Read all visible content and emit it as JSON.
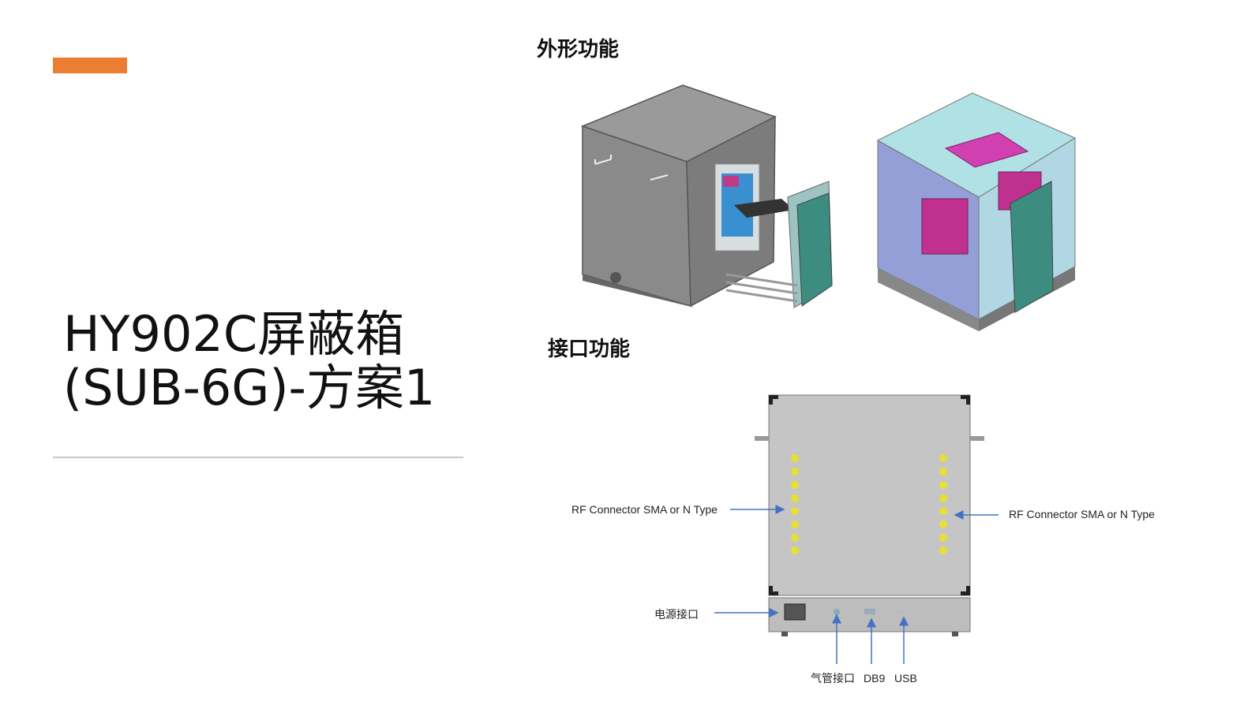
{
  "slide": {
    "title_line1": "HY902C屏蔽箱",
    "title_line2": "(SUB-6G)-方案1",
    "accent_color": "#ED7D31"
  },
  "appearance_section": {
    "heading": "外形功能",
    "images": [
      "closed-box-with-drawer-render",
      "transparent-box-interior-render"
    ]
  },
  "interface_section": {
    "heading": "接口功能",
    "labels": {
      "rf_left": "RF Connector SMA or N Type",
      "rf_right": "RF Connector SMA or N Type",
      "power": "电源接口",
      "air": "气管接口",
      "db9": "DB9",
      "usb": "USB"
    },
    "arrow_color": "#4472C4"
  }
}
